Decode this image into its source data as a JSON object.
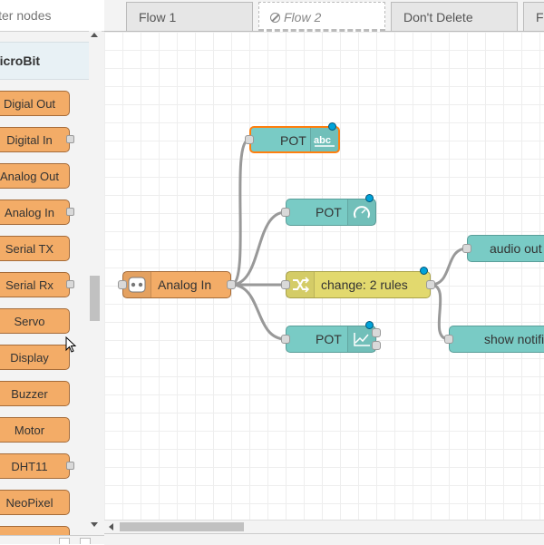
{
  "palette": {
    "search": {
      "placeholder": "filter nodes"
    },
    "category": "MicroBit",
    "nodes": [
      {
        "label": "Digial Out",
        "port": false
      },
      {
        "label": "Digital In",
        "port": true
      },
      {
        "label": "Analog Out",
        "port": false
      },
      {
        "label": "Analog In",
        "port": true
      },
      {
        "label": "Serial TX",
        "port": false
      },
      {
        "label": "Serial Rx",
        "port": true
      },
      {
        "label": "Servo",
        "port": false
      },
      {
        "label": "Display",
        "port": false
      },
      {
        "label": "Buzzer",
        "port": false
      },
      {
        "label": "Motor",
        "port": false
      },
      {
        "label": "DHT11",
        "port": true
      },
      {
        "label": "NeoPixel",
        "port": false
      }
    ]
  },
  "tabs": [
    {
      "label": "Flow 1",
      "active": false,
      "disabled": false
    },
    {
      "label": "Flow 2",
      "active": true,
      "disabled": true
    },
    {
      "label": "Don't Delete",
      "active": false,
      "disabled": false
    },
    {
      "label": "Fl",
      "active": false,
      "disabled": false
    }
  ],
  "flow": {
    "nodes": {
      "analog_in": {
        "label": "Analog In",
        "icon": "microbit-icon"
      },
      "pot_text": {
        "label": "POT",
        "icon": "text-abc-icon",
        "selected": true
      },
      "pot_gauge": {
        "label": "POT",
        "icon": "gauge-icon"
      },
      "change": {
        "label": "change: 2 rules",
        "icon": "shuffle-icon"
      },
      "pot_chart": {
        "label": "POT",
        "icon": "chart-icon"
      },
      "audio_out": {
        "label": "audio out"
      },
      "show_notification": {
        "label": "show notifi"
      }
    }
  },
  "colors": {
    "function_node": "#79cbc5",
    "microbit_node": "#f3ac67",
    "change_node": "#e2d96e",
    "status_dot": "#00a3d9",
    "selection": "#ff7f0e"
  }
}
